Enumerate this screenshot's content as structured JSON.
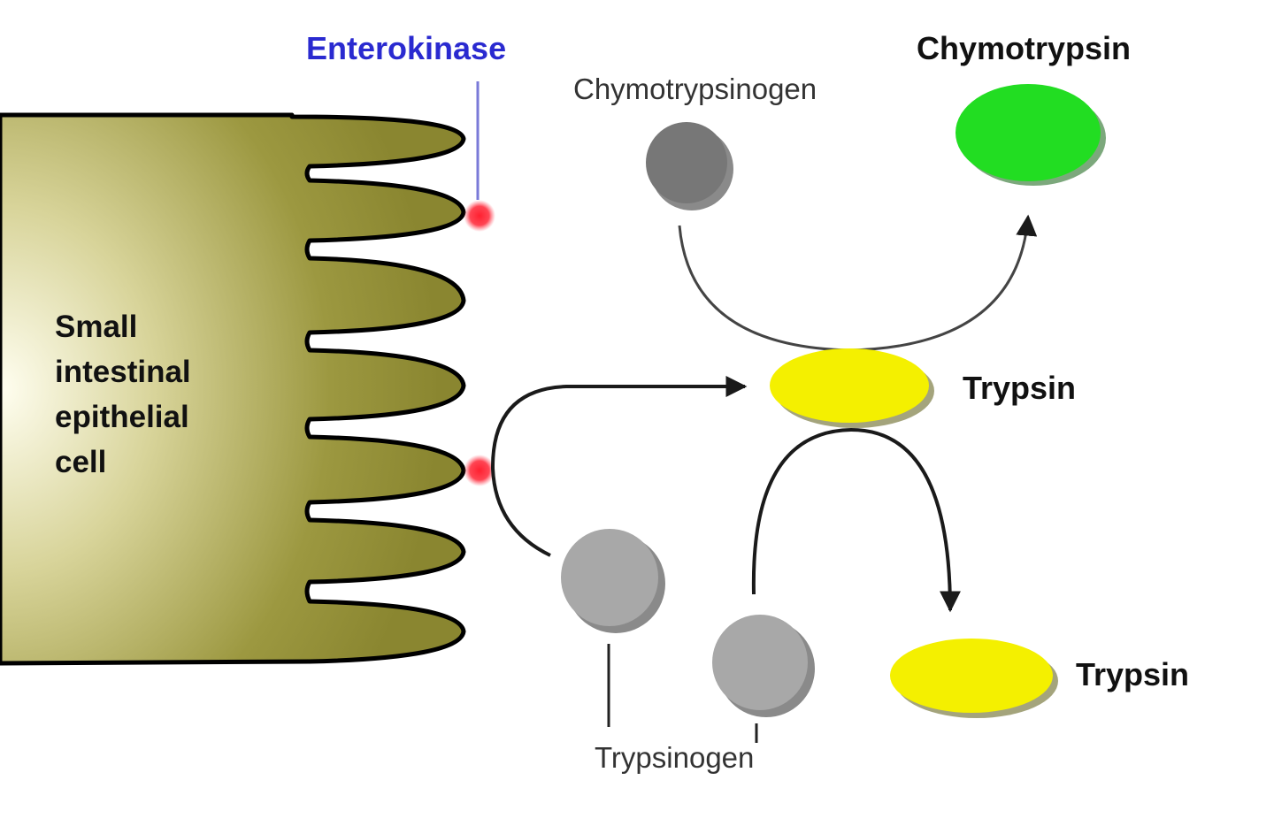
{
  "labels": {
    "enterokinase": "Enterokinase",
    "chymotrypsinogen": "Chymotrypsinogen",
    "chymotrypsin": "Chymotrypsin",
    "trypsin_top": "Trypsin",
    "trypsin_bottom": "Trypsin",
    "trypsinogen": "Trypsinogen",
    "cell_lines": [
      "Small",
      "intestinal",
      "epithelial",
      "cell"
    ]
  },
  "colors": {
    "cell": "#8e8a30",
    "cell_highlight": "#fffef0",
    "enterokinase_dot": "#ff2030",
    "enterokinase_label": "#2a2ad0",
    "chymotrypsinogen": "#707070",
    "chymotrypsin": "#22dd22",
    "trypsin": "#f4f000",
    "trypsinogen": "#a8a8a8",
    "arrow": "#1a1a1a"
  }
}
